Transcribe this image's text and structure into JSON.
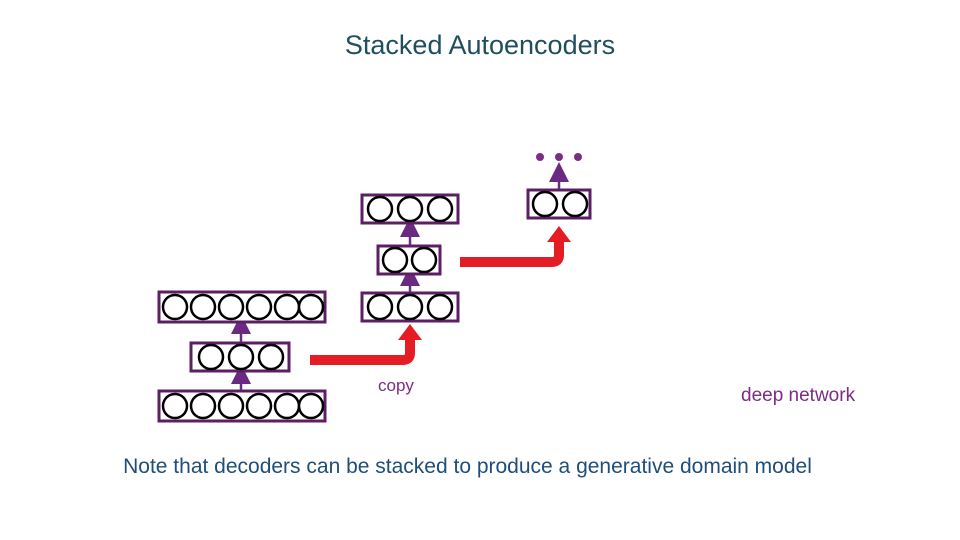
{
  "title": "Stacked Autoencoders",
  "labels": {
    "copy": "copy",
    "deep_network": "deep network"
  },
  "note": "Note that decoders can be stacked to produce a generative domain model",
  "colors": {
    "title": "#1f4e5f",
    "note": "#1f4e79",
    "layer_border": "#5c1f63",
    "arrow": "#6a2a82",
    "copy_arrow": "#e51c23",
    "label": "#7b2c83"
  },
  "diagram": {
    "first_autoencoder": {
      "layers": [
        {
          "role": "input",
          "units": 6
        },
        {
          "role": "hidden",
          "units": 3
        },
        {
          "role": "output",
          "units": 6
        }
      ]
    },
    "second_autoencoder": {
      "layers": [
        {
          "role": "input",
          "units": 3
        },
        {
          "role": "hidden",
          "units": 2
        },
        {
          "role": "output",
          "units": 3
        }
      ]
    },
    "deep_network": {
      "layers": [
        {
          "role": "hidden",
          "units": 2
        }
      ],
      "continuation": "ellipsis-dots"
    }
  }
}
